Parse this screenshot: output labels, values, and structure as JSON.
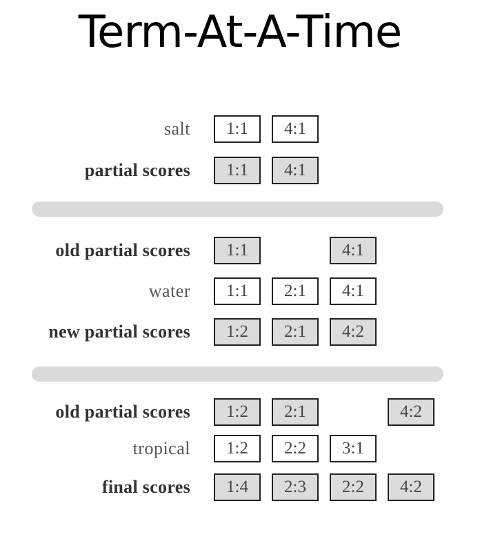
{
  "title": "Term-At-A-Time",
  "rows": [
    {
      "label": "salt",
      "bold": false,
      "cells": [
        "1:1",
        "",
        "4:1",
        ""
      ],
      "compact": true
    },
    {
      "label": "partial scores",
      "bold": true,
      "gray": true,
      "cells": [
        "1:1",
        "",
        "4:1",
        ""
      ],
      "compact": true
    },
    {
      "label": "old partial scores",
      "bold": true,
      "gray": true,
      "cells": [
        "1:1",
        "",
        "4:1",
        ""
      ]
    },
    {
      "label": "water",
      "bold": false,
      "cells": [
        "1:1",
        "2:1",
        "4:1",
        ""
      ]
    },
    {
      "label": "new partial scores",
      "bold": true,
      "gray": true,
      "cells": [
        "1:2",
        "2:1",
        "4:2",
        ""
      ]
    },
    {
      "label": "old partial scores",
      "bold": true,
      "gray": true,
      "cells": [
        "1:2",
        "2:1",
        "",
        "4:2"
      ]
    },
    {
      "label": "tropical",
      "bold": false,
      "cells": [
        "1:2",
        "2:2",
        "3:1",
        ""
      ]
    },
    {
      "label": "final scores",
      "bold": true,
      "gray": true,
      "cells": [
        "1:4",
        "2:3",
        "2:2",
        "4:2"
      ]
    }
  ]
}
